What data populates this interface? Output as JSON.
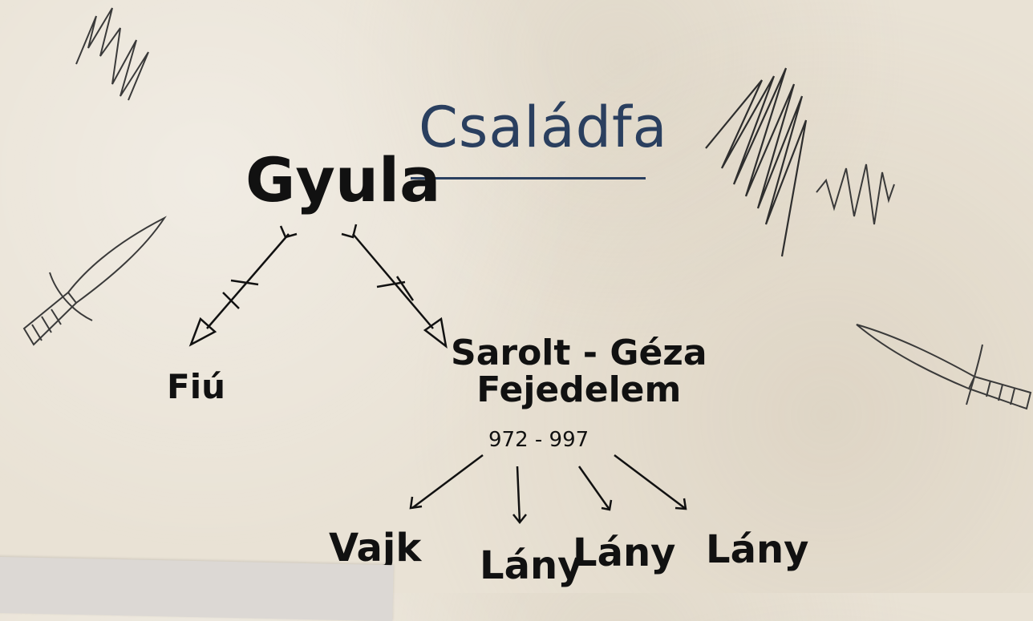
{
  "title": "Családfa",
  "tree": {
    "root": "Gyula",
    "left_child": "Fiú",
    "right_child_line1": "Sarolt - Géza",
    "right_child_line2": "Fejedelem",
    "right_child_dates": "972 - 997",
    "grandchildren": [
      "Vajk",
      "Lány",
      "Lány",
      "Lány"
    ]
  },
  "colors": {
    "title": "#2a3f5f",
    "ink": "#111111",
    "pencil": "#3a3a3a",
    "paper": "#e9e2d5"
  }
}
